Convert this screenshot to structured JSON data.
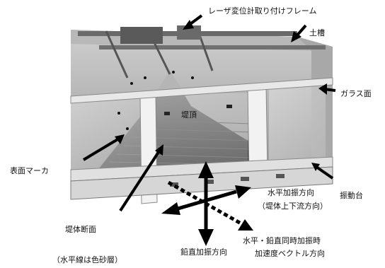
{
  "labels": {
    "laser_frame": "レーザ変位計取り付けフレーム",
    "soil_tank": "土槽",
    "glass_face": "ガラス面",
    "crest": "堤頂",
    "surface_marker": "表面マーカ",
    "horizontal_dir": "水平加振方向",
    "horizontal_dir_sub": "（堤体上下流方向）",
    "shake_table": "振動台",
    "section": "堤体断面",
    "section_note": "（水平線は色砂層）",
    "vertical_dir": "鉛直加振方向",
    "combined_dir_1": "水平・鉛直同時加振時",
    "combined_dir_2": "加速度ベクトル方向"
  },
  "colors": {
    "arrow": "#000000",
    "background": "#ffffff"
  }
}
